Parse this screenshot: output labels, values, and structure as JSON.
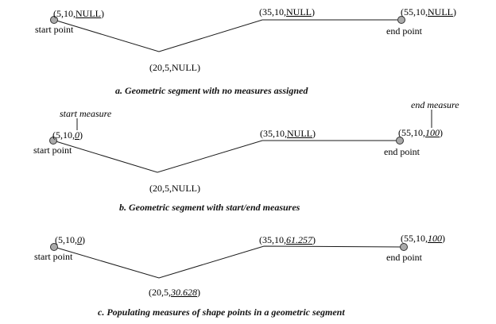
{
  "figure": {
    "colors": {
      "background": "#ffffff",
      "line": "#1a1a1a",
      "dot_fill": "#aaaaaa",
      "dot_stroke": "#333333"
    },
    "diagrams": [
      {
        "caption": "a. Geometric segment with no measures assigned",
        "start_point": "start point",
        "end_point": "end point",
        "labels": {
          "start": {
            "prefix": "(5,10,",
            "measure": "NULL",
            "suffix": ")",
            "style": "u"
          },
          "shape": {
            "prefix": "(20,5,",
            "measure": "NULL",
            "suffix": ")",
            "style": "plain"
          },
          "mid": {
            "prefix": "(35,10,",
            "measure": "NULL",
            "suffix": ")",
            "style": "u"
          },
          "end": {
            "prefix": "(55,10,",
            "measure": "NULL",
            "suffix": ")",
            "style": "u"
          }
        }
      },
      {
        "caption": "b. Geometric segment with start/end measures",
        "start_point": "start point",
        "end_point": "end point",
        "start_measure": "start measure",
        "end_measure": "end measure",
        "labels": {
          "start": {
            "prefix": "(5,10,",
            "measure": "0",
            "suffix": ")",
            "style": "ui"
          },
          "shape": {
            "prefix": "(20,5,",
            "measure": "NULL",
            "suffix": ")",
            "style": "plain"
          },
          "mid": {
            "prefix": "(35,10,",
            "measure": "NULL",
            "suffix": ")",
            "style": "u"
          },
          "end": {
            "prefix": "(55,10,",
            "measure": "100",
            "suffix": ")",
            "style": "ui"
          }
        }
      },
      {
        "caption": "c. Populating measures of shape points in a geometric segment",
        "start_point": "start point",
        "end_point": "end point",
        "labels": {
          "start": {
            "prefix": "(5,10,",
            "measure": "0",
            "suffix": ")",
            "style": "ui"
          },
          "shape": {
            "prefix": "(20,5,",
            "measure": "30.628",
            "suffix": ")",
            "style": "ui"
          },
          "mid": {
            "prefix": "(35,10,",
            "measure": "61.257",
            "suffix": ")",
            "style": "ui"
          },
          "end": {
            "prefix": "(55,10,",
            "measure": "100",
            "suffix": ")",
            "style": "ui"
          }
        }
      }
    ]
  }
}
